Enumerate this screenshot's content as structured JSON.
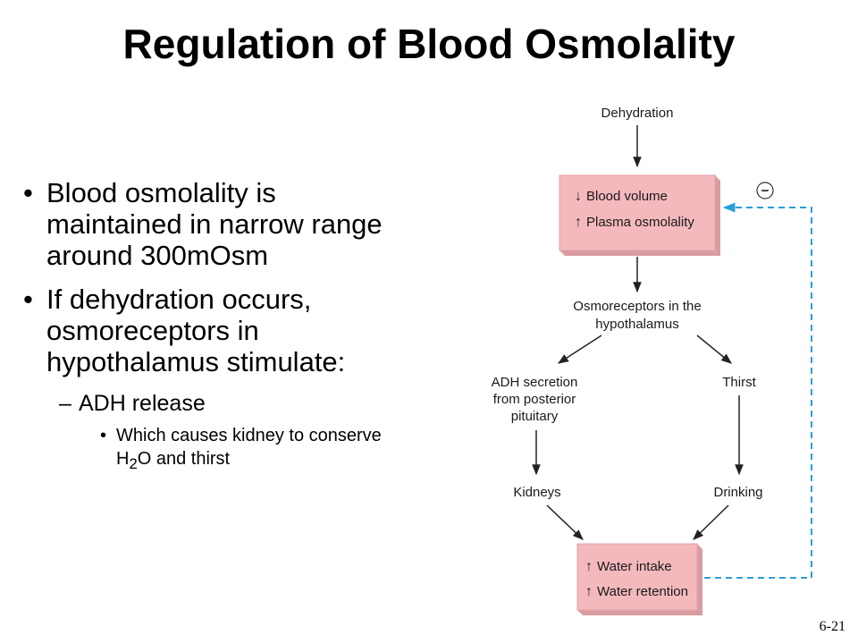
{
  "title": "Regulation of Blood Osmolality",
  "bullets": [
    {
      "text": "Blood osmolality is maintained in narrow range around 300mOsm"
    },
    {
      "text": "If dehydration occurs, osmoreceptors in hypothalamus stimulate:"
    }
  ],
  "sub_bullet": "ADH release",
  "sub_sub_bullet": {
    "pre": "Which causes kidney to conserve H",
    "subscript": "2",
    "post": "O and thirst"
  },
  "diagram": {
    "dehydration": "Dehydration",
    "box1_line1": "Blood volume",
    "box1_line2": "Plasma osmolality",
    "osmo_line1": "Osmoreceptors in the",
    "osmo_line2": "hypothalamus",
    "adh_line1": "ADH secretion",
    "adh_line2": "from posterior",
    "adh_line3": "pituitary",
    "thirst": "Thirst",
    "kidneys": "Kidneys",
    "drinking": "Drinking",
    "box2_line1": "Water intake",
    "box2_line2": "Water retention",
    "feedback_sign": "−",
    "colors": {
      "box_fill": "#f4b9bd",
      "box_shade": "#d99ca1",
      "feedback": "#2b9fd9"
    }
  },
  "page_number": "6-21"
}
